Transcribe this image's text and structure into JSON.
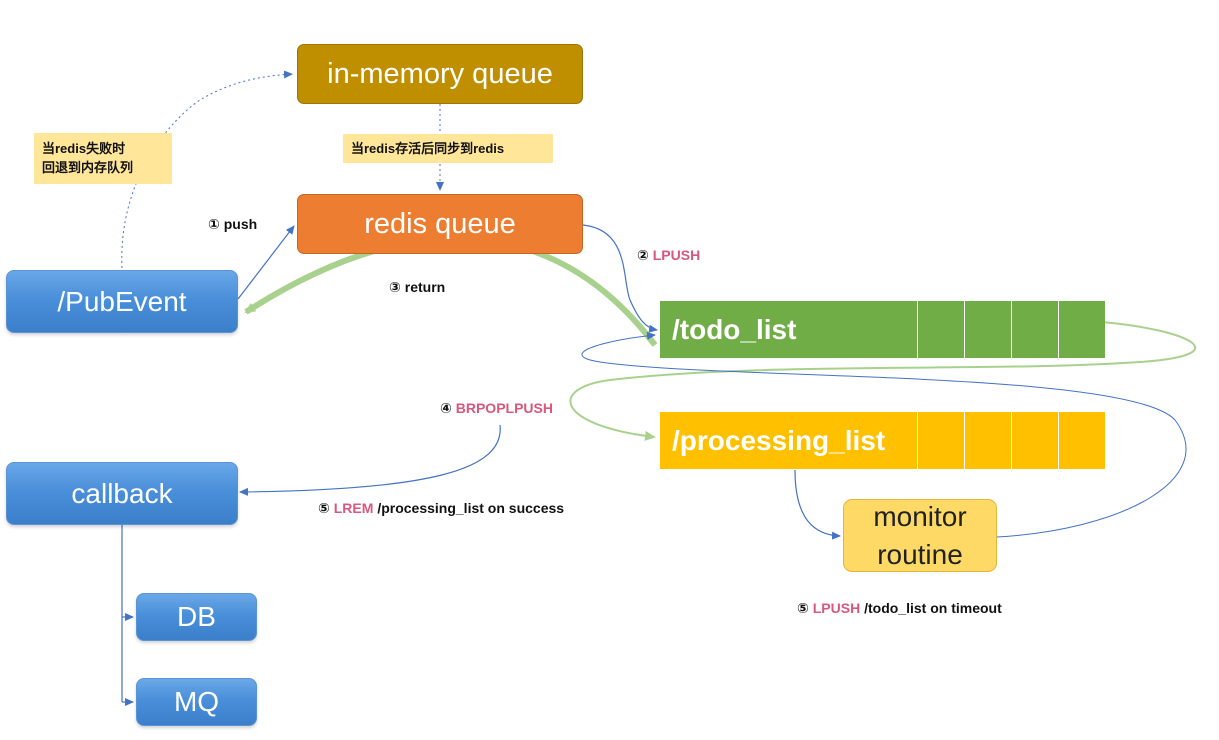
{
  "nodes": {
    "pubevent": "/PubEvent",
    "inmemory_queue": "in-memory queue",
    "redis_queue": "redis queue",
    "todo_list": "/todo_list",
    "processing_list": "/processing_list",
    "callback": "callback",
    "db": "DB",
    "mq": "MQ",
    "monitor_line1": "monitor",
    "monitor_line2": "routine"
  },
  "notes": {
    "fallback_line1": "当redis失败时",
    "fallback_line2": "回退到内存队列",
    "sync": "当redis存活后同步到redis"
  },
  "labels": {
    "push": "① push",
    "lpush_num": "②",
    "lpush_cmd": "LPUSH",
    "return": "③ return",
    "brpoplpush_num": "④",
    "brpoplpush_cmd": "BRPOPLPUSH",
    "lrem_num": "⑤",
    "lrem_cmd": "LREM",
    "lrem_rest": "/processing_list on success",
    "timeout_num": "⑤",
    "timeout_cmd": "LPUSH",
    "timeout_rest": "/todo_list on timeout"
  },
  "colors": {
    "blue_arrow": "#4472c4",
    "green_flow": "#a9d18e",
    "pink_command": "#d6587c",
    "todo_green": "#70ad47",
    "processing_yellow": "#ffc000",
    "redis_orange": "#ed7d31",
    "memory_gold": "#bf8f00"
  }
}
